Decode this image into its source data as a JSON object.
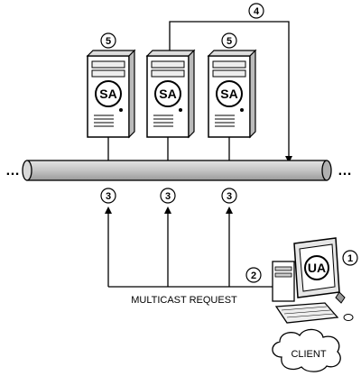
{
  "network": {
    "ellipsis_left": "…",
    "ellipsis_right": "…"
  },
  "servers": [
    {
      "badge": "SA",
      "step": "5"
    },
    {
      "badge": "SA",
      "step": ""
    },
    {
      "badge": "SA",
      "step": "5"
    }
  ],
  "replies": [
    {
      "step": "3"
    },
    {
      "step": "3"
    },
    {
      "step": "3"
    }
  ],
  "directory_path": {
    "step": "4"
  },
  "client": {
    "badge": "UA",
    "step": "1",
    "cloud_label": "CLIENT"
  },
  "request": {
    "label": "MULTICAST REQUEST",
    "step": "2"
  },
  "colors": {
    "stroke": "#000000",
    "bus_fill": "#c8c8c8",
    "background": "#ffffff"
  }
}
